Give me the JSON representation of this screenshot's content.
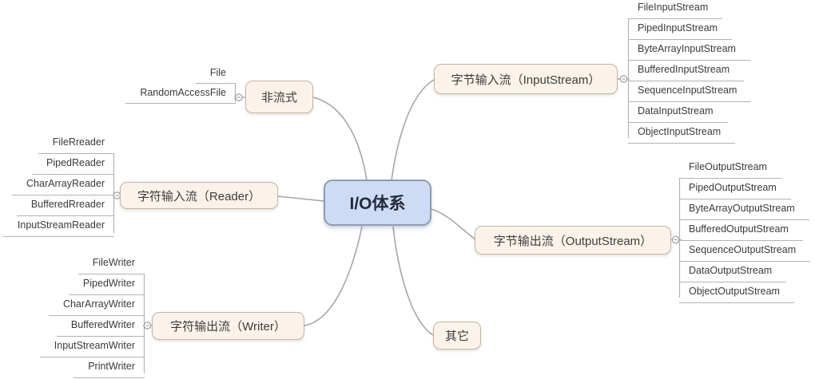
{
  "root": {
    "label": "I/O体系"
  },
  "branches": [
    {
      "id": "nonstream",
      "label": "非流式",
      "children": [
        "File",
        "RandomAccessFile"
      ]
    },
    {
      "id": "byte-input",
      "label": "字节输入流（InputStream）",
      "children": [
        "FileInputStream",
        "PipedInputStream",
        "ByteArrayInputStream",
        "BufferedInputStream",
        "SequenceInputStream",
        "DataInputStream",
        "ObjectInputStream"
      ]
    },
    {
      "id": "char-input",
      "label": "字符输入流（Reader）",
      "children": [
        "FileRreader",
        "PipedReader",
        "CharArrayReader",
        "BufferedRreader",
        "InputStreamReader"
      ]
    },
    {
      "id": "byte-output",
      "label": "字节输出流（OutputStream）",
      "children": [
        "FileOutputStream",
        "PipedOutputStream",
        "ByteArrayOutputStream",
        "BufferedOutputStream",
        "SequenceOutputStream",
        "DataOutputStream",
        "ObjectOutputStream"
      ]
    },
    {
      "id": "char-output",
      "label": "字符输出流（Writer）",
      "children": [
        "FileWriter",
        "PipedWriter",
        "CharArrayWriter",
        "BufferedWriter",
        "InputStreamWriter",
        "PrintWriter"
      ]
    },
    {
      "id": "other",
      "label": "其它",
      "children": []
    }
  ],
  "colors": {
    "center_fill": "#cddcf4",
    "center_border": "#8e9cb5",
    "branch_fill": "#fbf3ea",
    "branch_border": "#c3b4a4",
    "wire": "#a6a6a6",
    "subtopic_line": "#b3b3b3"
  }
}
